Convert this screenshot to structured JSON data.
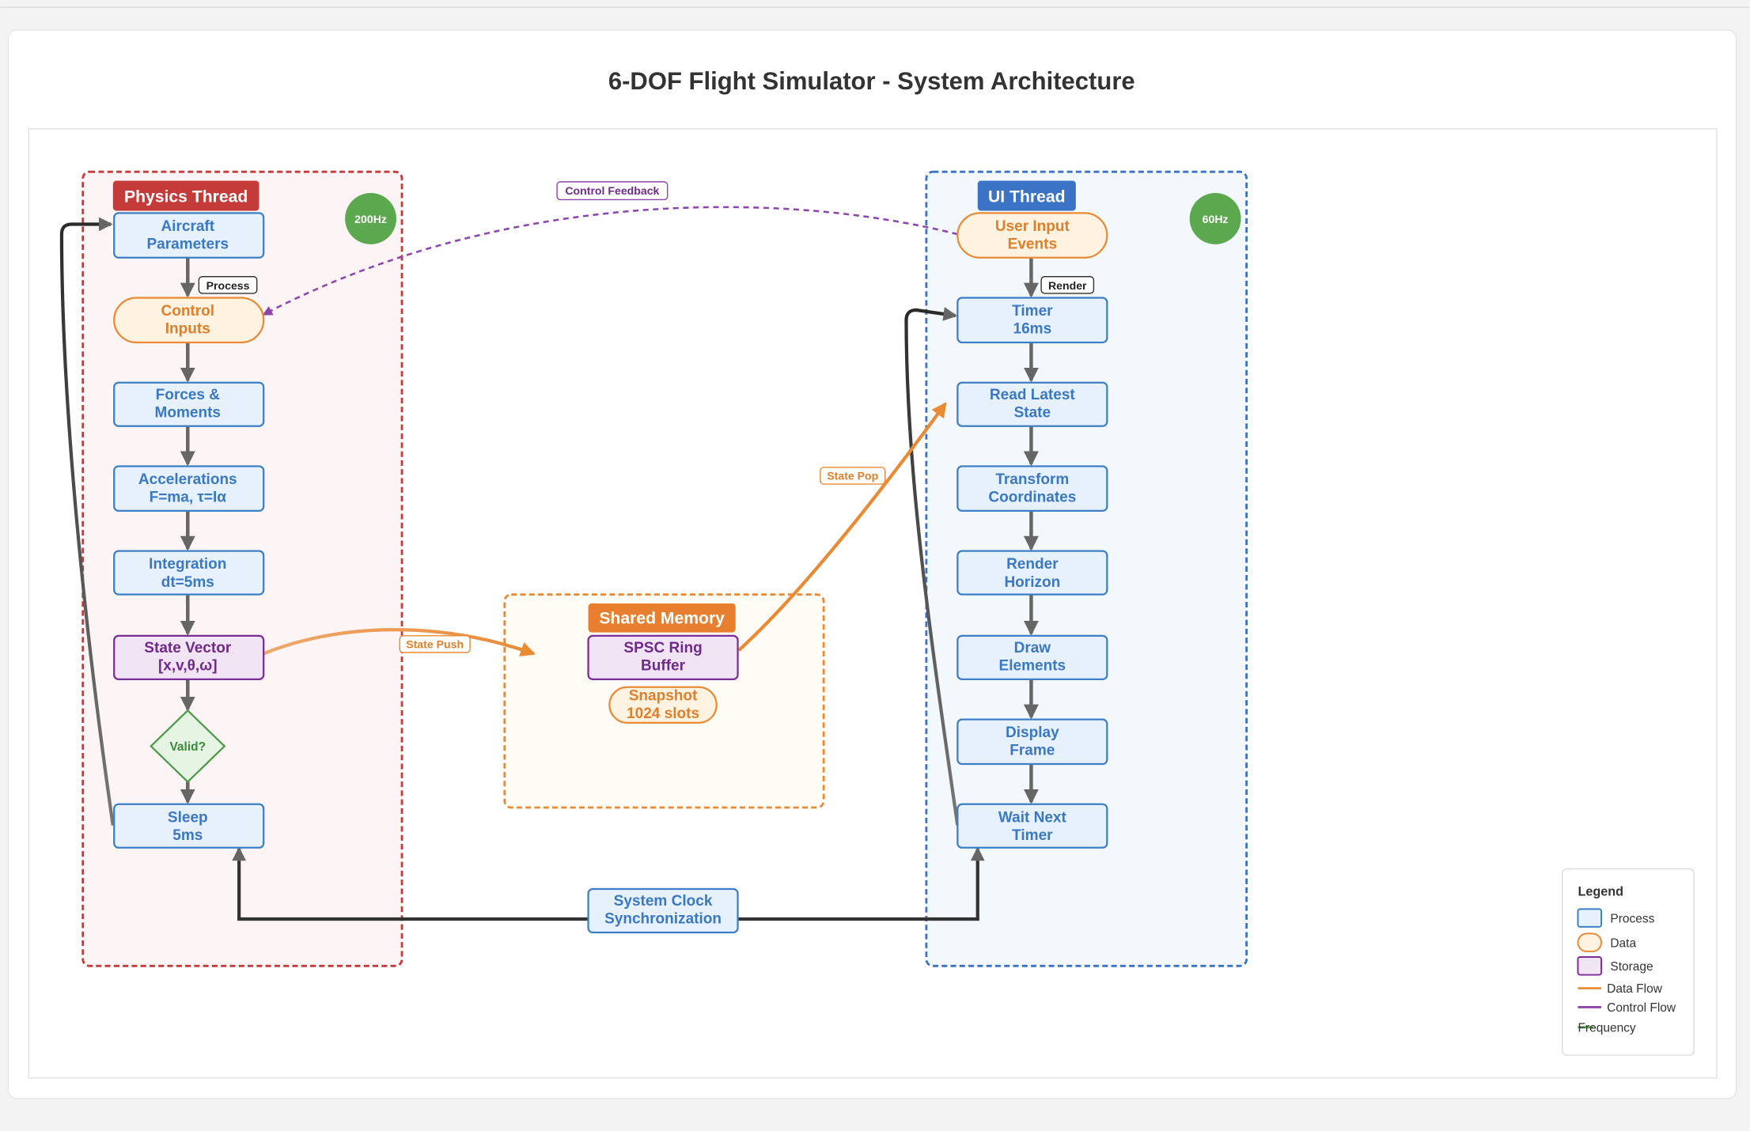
{
  "title": "6-DOF Flight Simulator - System Architecture",
  "physics": {
    "header": "Physics Thread",
    "frequency": "200Hz",
    "nodes": {
      "aircraft": [
        "Aircraft",
        "Parameters"
      ],
      "control": [
        "Control",
        "Inputs"
      ],
      "forces": [
        "Forces &",
        "Moments"
      ],
      "accel": [
        "Accelerations",
        "F=ma, τ=Iα"
      ],
      "integ": [
        "Integration",
        "dt=5ms"
      ],
      "state": [
        "State Vector",
        "[x,v,θ,ω]"
      ],
      "valid": [
        "Valid?"
      ],
      "sleep": [
        "Sleep",
        "5ms"
      ]
    }
  },
  "ui": {
    "header": "UI Thread",
    "frequency": "60Hz",
    "nodes": {
      "input": [
        "User Input",
        "Events"
      ],
      "timer": [
        "Timer",
        "16ms"
      ],
      "read": [
        "Read Latest",
        "State"
      ],
      "transform": [
        "Transform",
        "Coordinates"
      ],
      "horizon": [
        "Render",
        "Horizon"
      ],
      "draw": [
        "Draw",
        "Elements"
      ],
      "display": [
        "Display",
        "Frame"
      ],
      "wait": [
        "Wait Next",
        "Timer"
      ]
    }
  },
  "shared": {
    "header": "Shared Memory",
    "nodes": {
      "ring": [
        "SPSC Ring",
        "Buffer"
      ],
      "snapshot": [
        "Snapshot",
        "1024 slots"
      ]
    }
  },
  "clock": [
    "System Clock",
    "Synchronization"
  ],
  "edge_labels": {
    "control_feedback": "Control Feedback",
    "process": "Process",
    "render": "Render",
    "state_push": "State Push",
    "state_pop": "State Pop"
  },
  "legend": {
    "title": "Legend",
    "items": [
      "Process",
      "Data",
      "Storage",
      "Data Flow",
      "Control Flow",
      "Frequency"
    ]
  },
  "colors": {
    "process_fill": "#e6f1fb",
    "process_stroke": "#3d7fc7",
    "process_text": "#3a78c4",
    "data_fill": "#fef3e0",
    "data_stroke": "#e98b35",
    "data_text": "#e07f2b",
    "storage_fill": "#f1e4f4",
    "storage_stroke": "#7b2c96",
    "storage_text": "#6f2a8c",
    "decision_fill": "#e6f4e3",
    "decision_stroke": "#4d9a4a",
    "decision_text": "#3b8a38",
    "physics_header": "#c53b3a",
    "ui_header": "#3b73c6",
    "shared_header": "#e87f2f",
    "frequency_badge": "#5ba84f",
    "arrow_gray": "#666666",
    "data_flow": "#e98b35",
    "control_flow": "#8e44ad"
  }
}
